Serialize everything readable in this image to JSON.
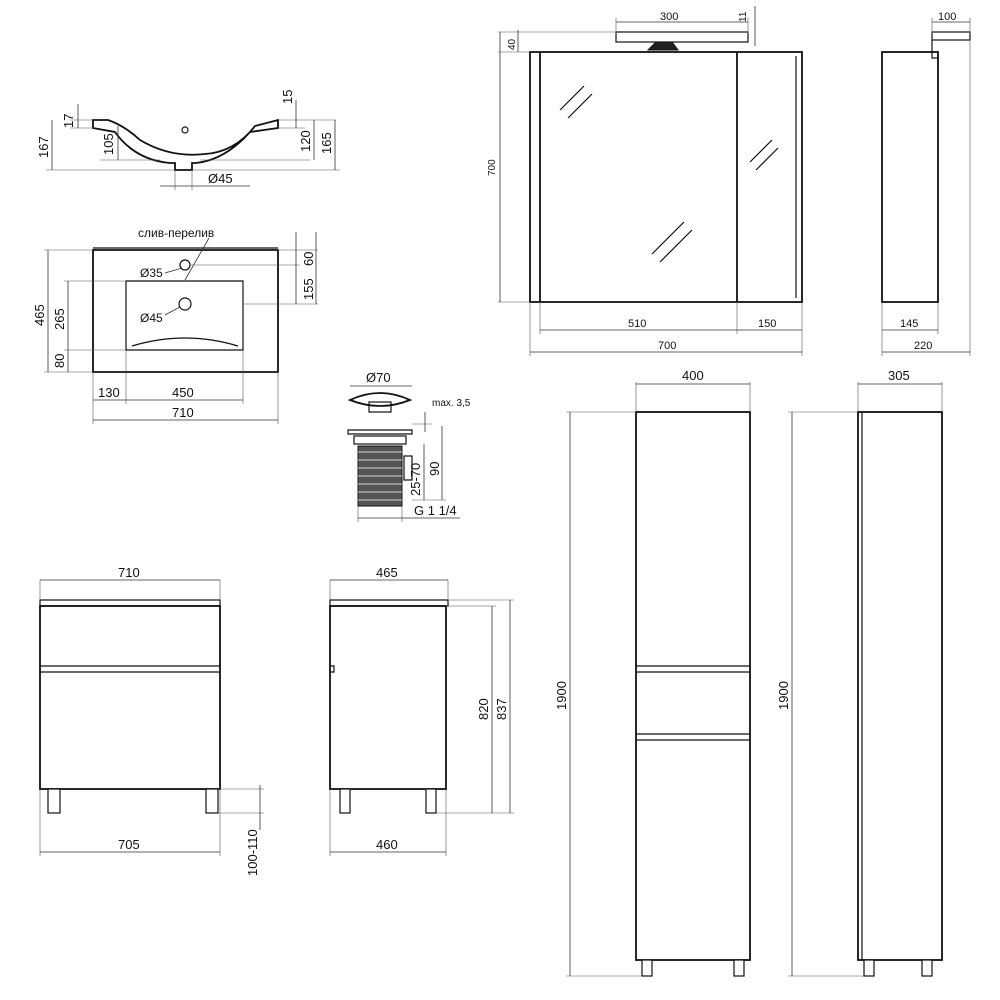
{
  "basin_side": {
    "d_15": "15",
    "d_17": "17",
    "d_167": "167",
    "d_105": "105",
    "d_120": "120",
    "d_165": "165",
    "d_drain": "Ø45"
  },
  "basin_top": {
    "label_overflow": "слив-перелив",
    "d_hole35": "Ø35",
    "d_hole45": "Ø45",
    "d_465": "465",
    "d_265": "265",
    "d_80": "80",
    "d_60": "60",
    "d_155": "155",
    "d_130": "130",
    "d_450": "450",
    "d_710": "710"
  },
  "drain": {
    "d_70": "Ø70",
    "d_max": "max. 3,5",
    "d_90": "90",
    "d_2570": "25-70",
    "d_thread": "G 1 1/4"
  },
  "mirror_front": {
    "d_300": "300",
    "d_11": "11",
    "d_40": "40",
    "d_700h": "700",
    "d_510": "510",
    "d_150": "150",
    "d_700w": "700"
  },
  "mirror_side": {
    "d_100": "100",
    "d_145": "145",
    "d_220": "220"
  },
  "cabinet_front": {
    "d_710": "710",
    "d_705": "705",
    "d_legs": "100-110"
  },
  "cabinet_side": {
    "d_465": "465",
    "d_460": "460",
    "d_820": "820",
    "d_837": "837"
  },
  "tall_front": {
    "d_400": "400",
    "d_1900": "1900"
  },
  "tall_side": {
    "d_305": "305",
    "d_1900": "1900"
  }
}
